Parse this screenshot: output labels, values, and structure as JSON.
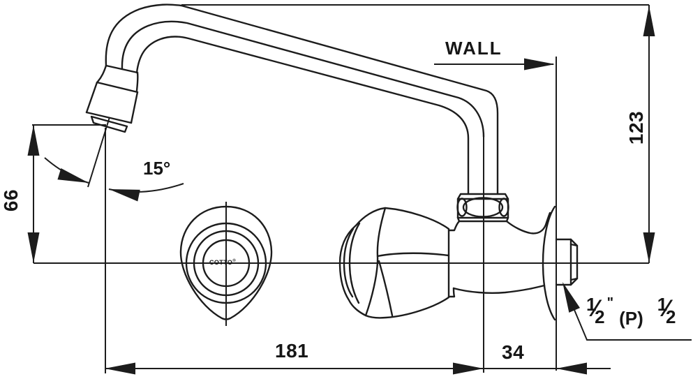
{
  "labels": {
    "wall": "WALL",
    "angle": "15°",
    "brand": "COTTO",
    "brand_mark": "®"
  },
  "dimensions": {
    "spout_top_height": "123",
    "outlet_drop": "66",
    "spout_reach": "181",
    "body_to_wall": "34"
  },
  "thread_note": {
    "frac1_num": "1",
    "frac1_den": "2",
    "inch_mark": "\"",
    "connector": "(P)",
    "frac2_num": "1",
    "frac2_den": "2"
  }
}
